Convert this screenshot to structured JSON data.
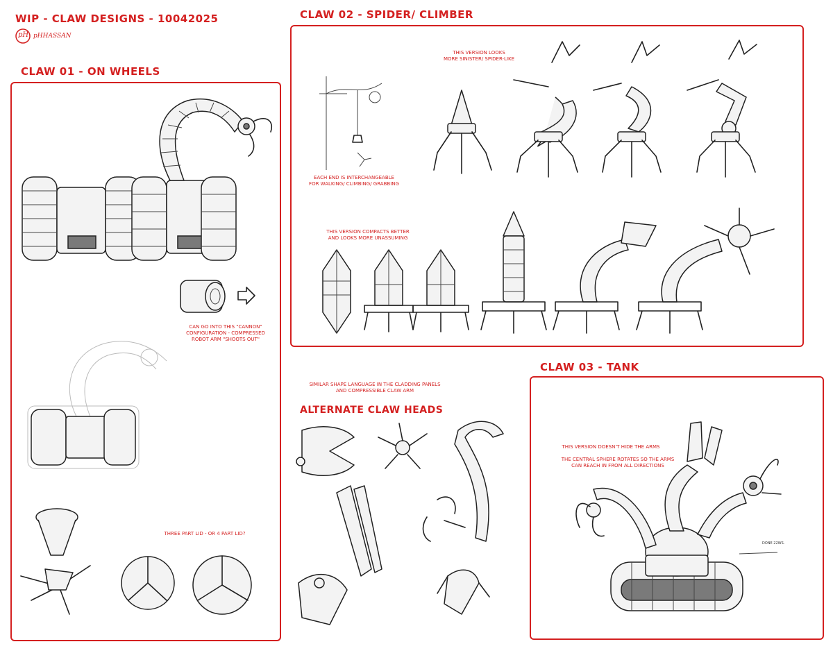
{
  "header": {
    "title": "WIP - CLAW DESIGNS - 10042025",
    "signature": "pHHASSAN"
  },
  "claw01": {
    "title": "CLAW 01 - ON WHEELS",
    "note_cannon": "CAN GO INTO THIS \"CANNON\"\nCONFIGURATION - COMPRESSED\nROBOT ARM \"SHOOTS OUT\"",
    "note_lid": "THREE PART LID - OR 4 PART LID?"
  },
  "claw02": {
    "title": "CLAW 02 - SPIDER/ CLIMBER",
    "note_sinister": "THIS VERSION LOOKS\nMORE SINISTER/ SPIDER-LIKE",
    "note_interchangeable": "EACH END IS INTERCHANGEABLE\nFOR WALKING/ CLIMBING/ GRABBING",
    "note_compact": "THIS VERSION COMPACTS BETTER\nAND LOOKS MORE UNASSUMING"
  },
  "middle": {
    "note_shape": "SIMILAR SHAPE LANGUAGE IN THE CLADDING PANELS\nAND COMPRESSIBLE CLAW ARM",
    "alt_heads_title": "ALTERNATE CLAW HEADS"
  },
  "claw03": {
    "title": "CLAW 03 - TANK",
    "note_arms": "THIS VERSION DOESN'T HIDE THE ARMS",
    "note_sphere": "THE CENTRAL SPHERE ROTATES SO THE ARMS\nCAN REACH IN FROM ALL DIRECTIONS",
    "small_sketch_note": "DONE 22WS."
  },
  "colors": {
    "accent": "#d42020",
    "ink": "#222222",
    "paper": "#ffffff"
  }
}
